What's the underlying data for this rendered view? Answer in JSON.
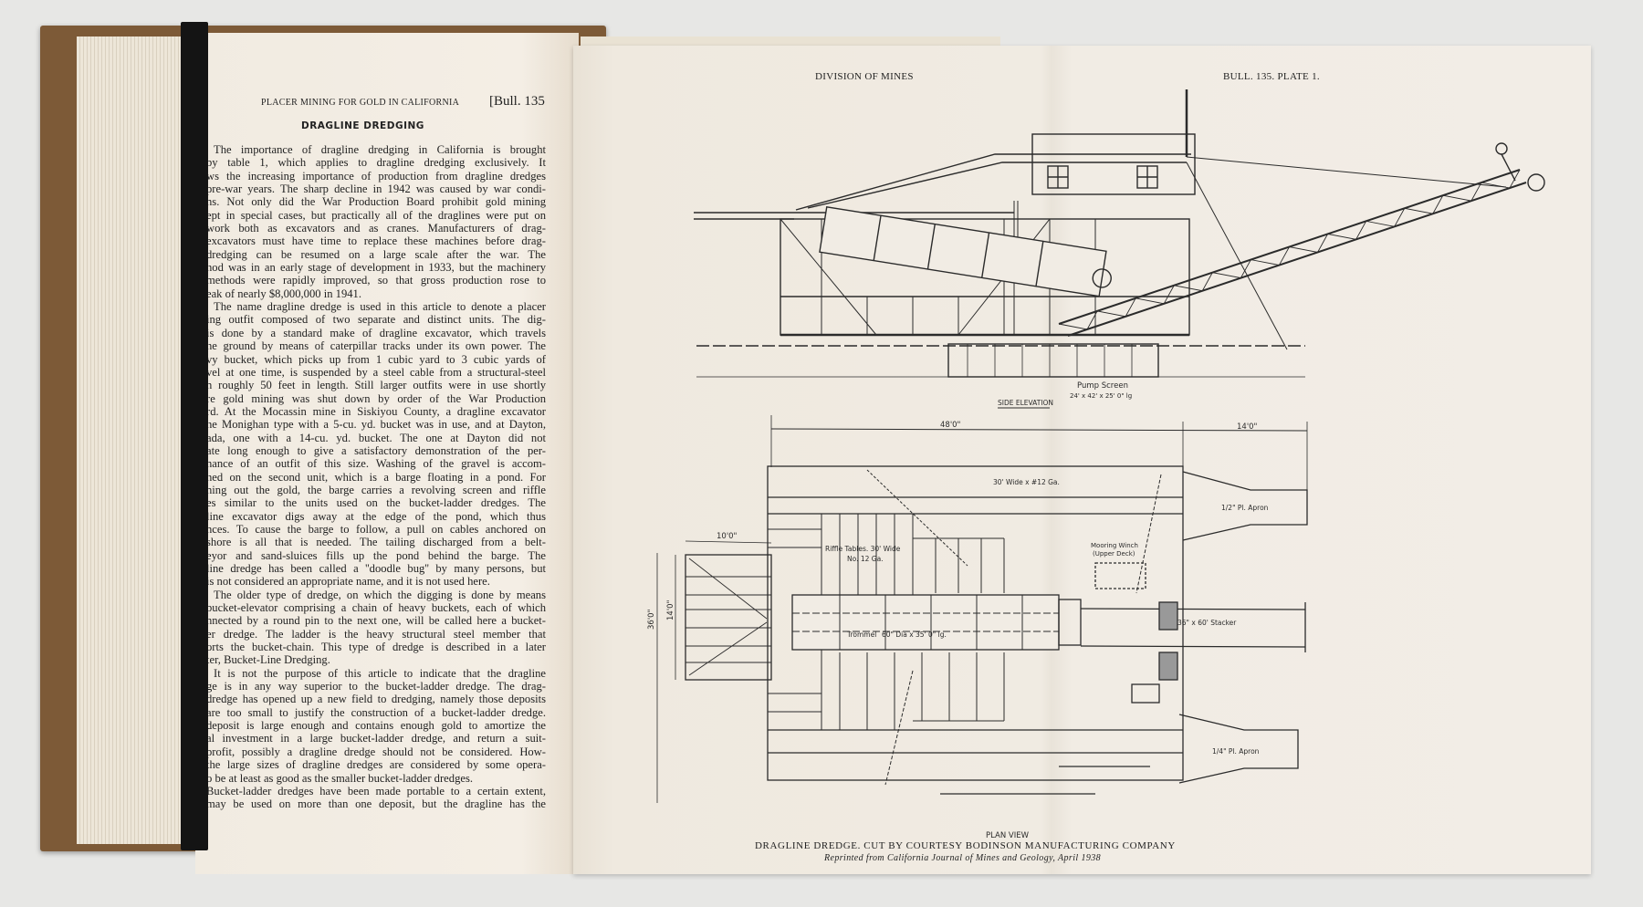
{
  "left_page": {
    "running_head": "PLACER MINING FOR GOLD IN CALIFORNIA",
    "bulletin_ref": "[Bull. 135",
    "section_title": "DRAGLINE DREDGING",
    "lines": [
      "The importance of dragline dredging in California is brought",
      "by table 1, which applies to dragline dredging exclusively. It",
      "ws the increasing importance of production from dragline dredges",
      "pre-war years. The sharp decline in 1942 was caused by war condi-",
      "ns. Not only did the War Production Board prohibit gold mining",
      "ept in special cases, but practically all of the draglines were put on",
      "work both as excavators and as cranes. Manufacturers of drag-",
      "excavators must have time to replace these machines before drag-",
      "dredging can be resumed on a large scale after the war. The",
      "hod was in an early stage of development in 1933, but the machinery",
      "methods were rapidly improved, so that gross production rose to",
      "eak of nearly $8,000,000 in 1941.",
      "The name dragline dredge is used in this article to denote a placer",
      "ing outfit composed of two separate and distinct units. The dig-",
      "is done by a standard make of dragline excavator, which travels",
      "he ground by means of caterpillar tracks under its own power. The",
      "vy bucket, which picks up from 1 cubic yard to 3 cubic yards of",
      "vel at one time, is suspended by a steel cable from a structural-steel",
      "n roughly 50 feet in length. Still larger outfits were in use shortly",
      "re gold mining was shut down by order of the War Production",
      "rd. At the Mocassin mine in Siskiyou County, a dragline excavator",
      "he Monighan type with a 5-cu. yd. bucket was in use, and at Dayton,",
      "ada, one with a 14-cu. yd. bucket. The one at Dayton did not",
      "ate long enough to give a satisfactory demonstration of the per-",
      "nance of an outfit of this size. Washing of the gravel is accom-",
      "hed on the second unit, which is a barge floating in a pond. For",
      "ning out the gold, the barge carries a revolving screen and riffle",
      "es similar to the units used on the bucket-ladder dredges. The",
      "line excavator digs away at the edge of the pond, which thus",
      "nces. To cause the barge to follow, a pull on cables anchored on",
      "shore is all that is needed. The tailing discharged from a belt-",
      "eyor and sand-sluices fills up the pond behind the barge. The",
      "line dredge has been called a ''doodle bug'' by many persons, but",
      "is not considered an appropriate name, and it is not used here.",
      "The older type of dredge, on which the digging is done by means",
      "bucket-elevator comprising a chain of heavy buckets, each of which",
      "nnected by a round pin to the next one, will be called here a bucket-",
      "er dredge. The ladder is the heavy structural steel member that",
      "orts the bucket-chain. This type of dredge is described in a later",
      "ter, Bucket-Line Dredging.",
      "It is not the purpose of this article to indicate that the dragline",
      "ge is in any way superior to the bucket-ladder dredge. The drag-",
      "dredge has opened up a new field to dredging, namely those deposits",
      "are too small to justify the construction of a bucket-ladder dredge.",
      "deposit is large enough and contains enough gold to amortize the",
      "al investment in a large bucket-ladder dredge, and return a suit-",
      "profit, possibly a dragline dredge should not be considered. How-",
      "the large sizes of dragline dredges are considered by some opera-",
      "o be at least as good as the smaller bucket-ladder dredges.",
      "Bucket-ladder dredges have been made portable to a certain extent,",
      "may be used on more than one deposit, but the dragline has the"
    ]
  },
  "plate": {
    "header_left": "DIVISION OF MINES",
    "header_right": "BULL. 135.  PLATE 1.",
    "side_elevation": {
      "title": "SIDE ELEVATION",
      "pump_screen": "Pump Screen",
      "pump_screen_dims": "24' x 42' x 25' 0\" lg"
    },
    "plan_view": {
      "title": "PLAN VIEW",
      "dim_length": "48'0\"",
      "dim_apron": "14'0\"",
      "dim_hopper": "10'0\"",
      "dim_width": "36'0\"",
      "dim_hopper_width": "14'0\"",
      "belt_label": "30' Wide x #12 Ga.",
      "apron_top": "1/2\" Pl. Apron",
      "apron_bottom": "1/4\" Pl. Apron",
      "riffle_label_1": "Riffle Tables. 30' Wide",
      "riffle_label_2": "No. 12 Ga.",
      "winch_label_1": "Mooring Winch",
      "winch_label_2": "(Upper Deck)",
      "trommel_label": "Trommel",
      "trommel_dims": "60\" Dia x 35' 0\" lg.",
      "stacker_label": "36\" x 60' Stacker"
    },
    "caption": "DRAGLINE DREDGE.  CUT BY COURTESY BODINSON MANUFACTURING COMPANY",
    "credit": "Reprinted from California Journal of Mines and Geology, April 1938"
  },
  "colors": {
    "paper": "#f1ece4",
    "cover": "#7d5a37",
    "bookmark": "#141414",
    "ink": "#2a2a2a"
  }
}
